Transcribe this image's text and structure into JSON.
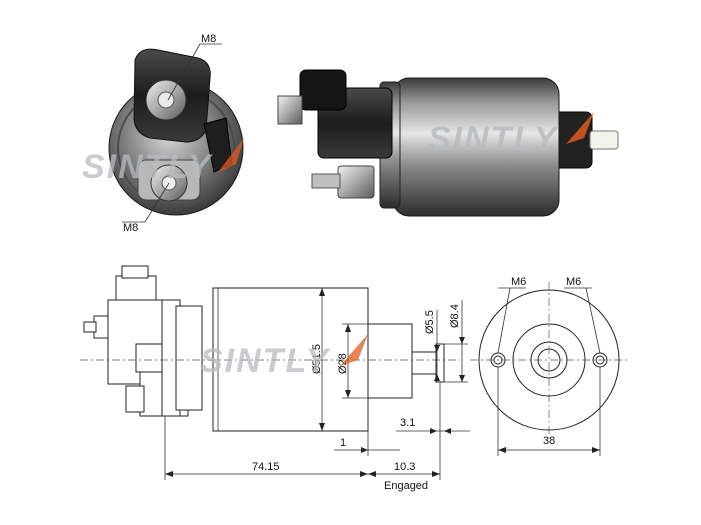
{
  "watermark": {
    "text": "SINTLY",
    "text_color": "#b9bcc0",
    "accent_color": "#e05a1f"
  },
  "photo": {
    "top_label": "M8",
    "bottom_label": "M8"
  },
  "dimensions": {
    "thread_left": "M6",
    "thread_right": "M6",
    "body_diameter": "Ø51.5",
    "pilot_diameter": "Ø28",
    "shaft_diameter": "Ø5.5",
    "tip_diameter": "Ø8.4",
    "pilot_length": "1",
    "plunger_travel": "3.1",
    "overall_length": "74.15",
    "engaged_length": "10.3",
    "engaged_label": "Engaged",
    "bolt_spacing": "38"
  }
}
